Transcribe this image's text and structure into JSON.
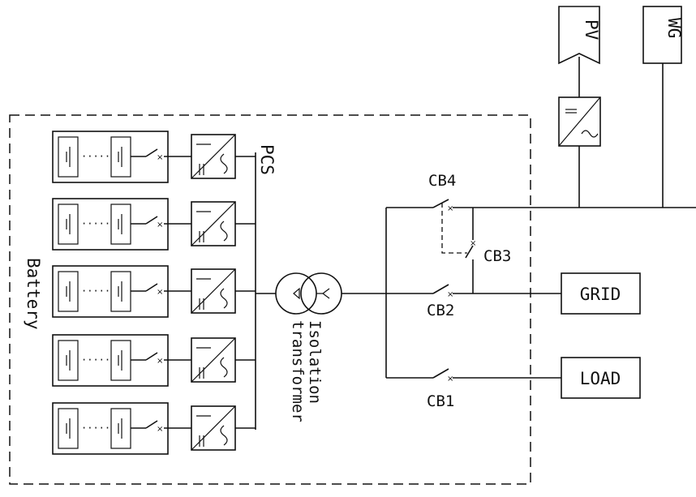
{
  "labels": {
    "pcs": "PCS",
    "battery": "Battery",
    "isolation": "Isolation",
    "transformer": "transformer",
    "cb1": "CB1",
    "cb2": "CB2",
    "cb3": "CB3",
    "cb4": "CB4",
    "grid": "GRID",
    "load": "LOAD",
    "pv": "PV",
    "wg": "WG"
  },
  "battery_module": {
    "cell_separator": "·····"
  }
}
